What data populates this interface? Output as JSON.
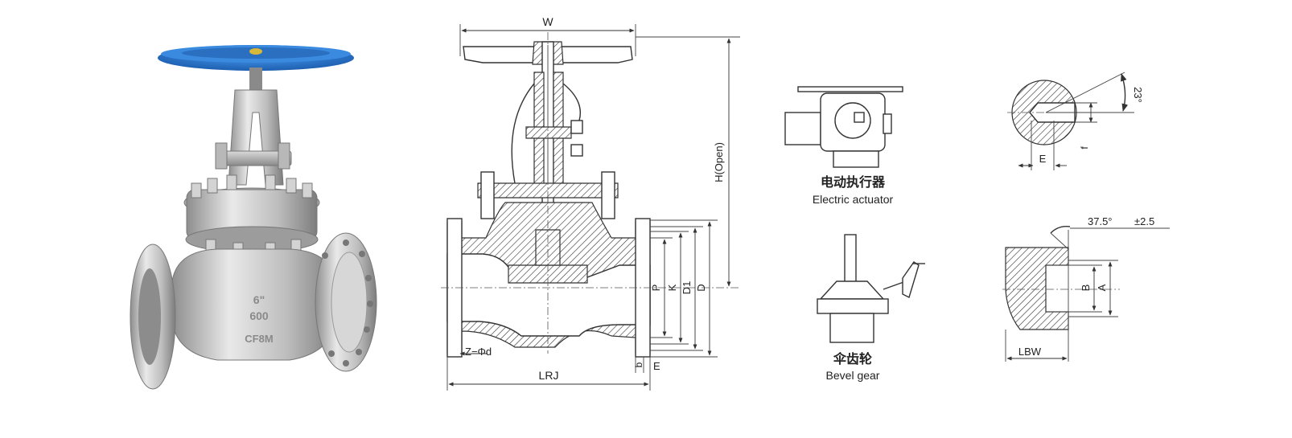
{
  "drawing": {
    "dimensions": {
      "w": "W",
      "h_open": "H(Open)",
      "lrj": "LRJ",
      "z_phi_d": "Z−Φd",
      "p": "P",
      "k": "K",
      "d1": "D1",
      "d": "D",
      "e_flange": "E",
      "b_flange": "b"
    },
    "photo_markings": {
      "size": "6\"",
      "class": "600",
      "material": "CF8M"
    },
    "colors": {
      "handwheel": "#2f7fd6",
      "valve_body": "#c9c9c9"
    }
  },
  "electric_actuator": {
    "label_cn": "电动执行器",
    "label_en": "Electric actuator"
  },
  "bevel_gear": {
    "label_cn": "伞齿轮",
    "label_en": "Bevel gear"
  },
  "stem_detail": {
    "angle": "23°",
    "e": "E",
    "f": "f"
  },
  "weld_end": {
    "angle": "37.5°",
    "tolerance": "±2.5",
    "b": "B",
    "a": "A",
    "lbw": "LBW"
  }
}
